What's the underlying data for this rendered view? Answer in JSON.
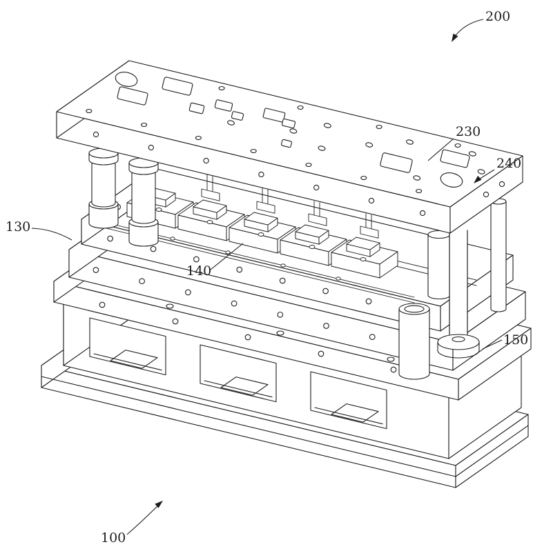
{
  "figure": {
    "type": "patent-line-drawing",
    "description": "Isometric technical drawing of a stamping die assembly with upper die set, guide pillars and lower die base",
    "labels": {
      "l200": "200",
      "l230": "230",
      "l240": "240",
      "l130": "130",
      "l140": "140",
      "l150": "150",
      "l100": "100"
    },
    "colors": {
      "ink": "#1c1c1c",
      "background": "#ffffff"
    }
  }
}
